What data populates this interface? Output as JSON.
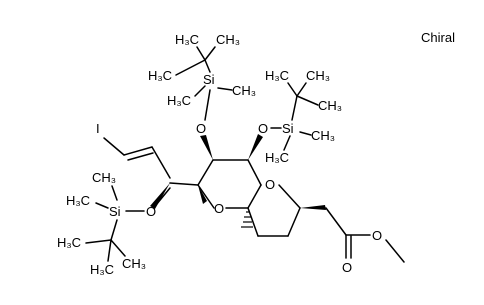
{
  "chirality_label": "Chiral",
  "atoms": {
    "iodine": "I",
    "oxygen": "O",
    "silicon": "Si",
    "h3c": "H₃C",
    "ch3": "CH₃"
  },
  "molecule": {
    "description_visible": "structure with three tert-butyldimethylsilyl ethers, vinyl iodide, fused pyranopyran core, and methyl ester"
  }
}
